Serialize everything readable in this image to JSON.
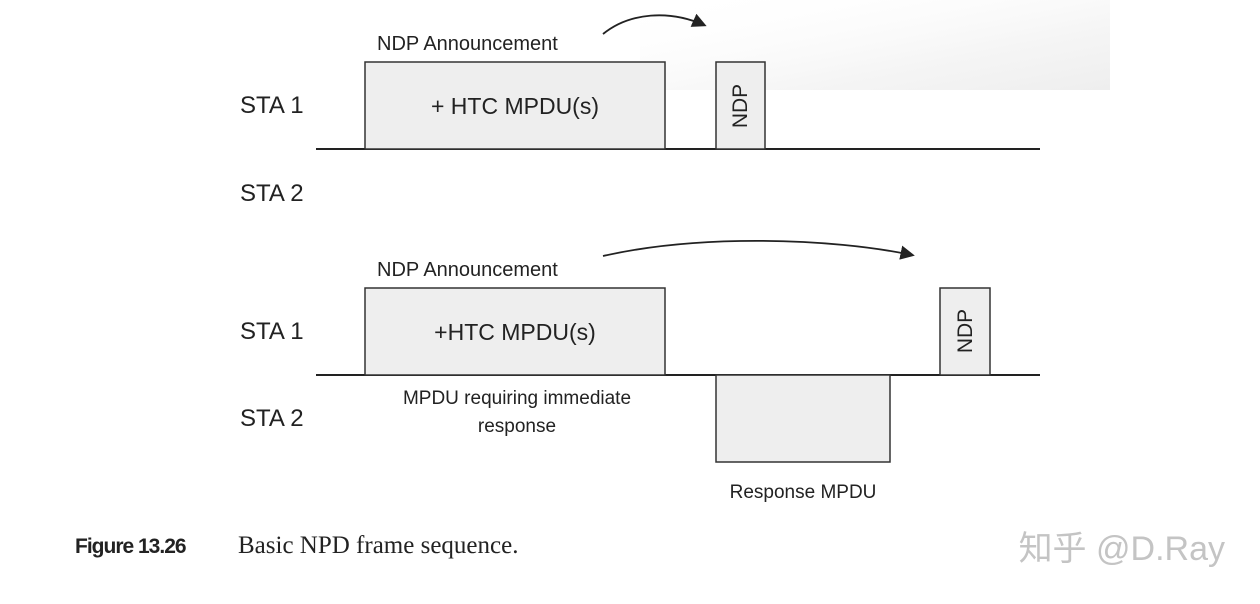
{
  "diagram": {
    "sequence_1": {
      "sta1_label": "STA 1",
      "sta2_label": "STA 2",
      "announcement_label": "NDP Announcement",
      "htc_frame_label": "+ HTC MPDU(s)",
      "ndp_label": "NDP"
    },
    "sequence_2": {
      "sta1_label": "STA 1",
      "sta2_label": "STA 2",
      "announcement_label": "NDP Announcement",
      "htc_frame_label": "+HTC MPDU(s)",
      "requirement_line1": "MPDU requiring immediate",
      "requirement_line2": "response",
      "response_label": "Response MPDU",
      "ndp_label": "NDP"
    }
  },
  "caption": {
    "figure_number": "Figure 13.26",
    "text": "Basic NPD frame sequence."
  },
  "watermark": {
    "text": "知乎 @D.Ray"
  },
  "colors": {
    "frame_fill": "#eeeeee",
    "frame_stroke": "#333333",
    "line": "#222222",
    "text": "#222222",
    "watermark": "#c4c4c4"
  }
}
